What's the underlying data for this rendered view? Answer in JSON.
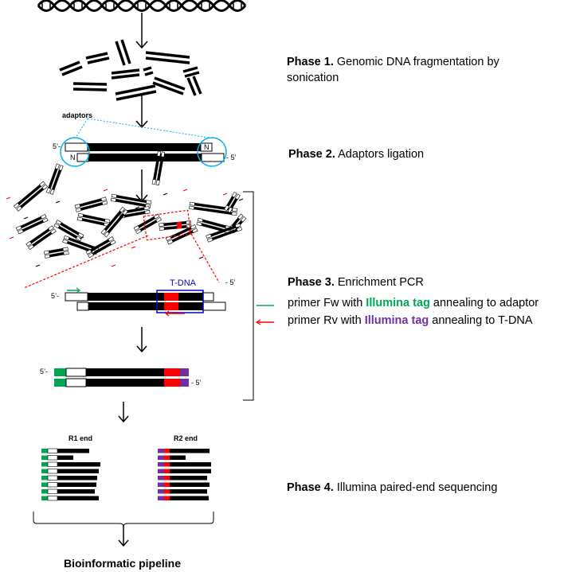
{
  "phases": {
    "p1_bold": "Phase 1.",
    "p1_text": "Genomic DNA fragmentation by sonication",
    "p2_bold": "Phase 2.",
    "p2_text": "Adaptors ligation",
    "p3_bold": "Phase 3.",
    "p3_text": "Enrichment PCR",
    "p4_bold": "Phase 4.",
    "p4_text": "Illumina paired-end sequencing"
  },
  "primers": {
    "fw_before": "primer Fw with ",
    "fw_tag": "Illumina tag",
    "fw_after": " annealing to adaptor",
    "rv_before": "primer Rv with ",
    "rv_tag": "Illumina tag",
    "rv_after": " annealing to T-DNA"
  },
  "labels": {
    "adaptors": "adaptors",
    "five_prime_start": "5’-",
    "five_prime_end": "- 5’",
    "n": "N",
    "tdna": "T-DNA",
    "r1_end": "R1 end",
    "r2_end": "R2 end"
  },
  "final_step": "Bioinformatic pipeline",
  "colors": {
    "illumina_fw_tag": "#00A651",
    "illumina_rv_tag": "#7030A0",
    "tdna": "#FF0000",
    "tdna_outline": "#0000CC",
    "adaptor_circle": "#00B0F0"
  }
}
